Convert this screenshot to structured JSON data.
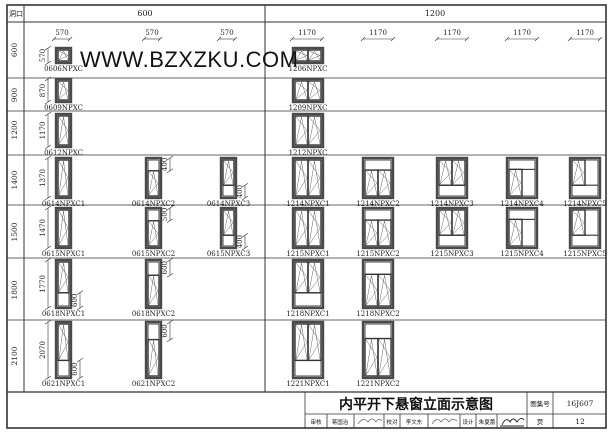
{
  "watermark": "WWW.BZXZKU.COM",
  "header": {
    "corner_label": "洞口",
    "group_600": "600",
    "group_1200": "1200"
  },
  "width_dims": [
    "570",
    "570",
    "570",
    "1170",
    "1170",
    "1170",
    "1170",
    "1170"
  ],
  "rows": [
    {
      "label": "600",
      "dim": "570",
      "w600": [
        {
          "code": "0606NPXC",
          "type": "single"
        }
      ],
      "w1200": [
        {
          "code": "1206NPXC",
          "type": "double"
        }
      ]
    },
    {
      "label": "900",
      "dim": "870",
      "w600": [
        {
          "code": "0609NPXC",
          "type": "single"
        }
      ],
      "w1200": [
        {
          "code": "1209NPXC",
          "type": "double"
        }
      ]
    },
    {
      "label": "1200",
      "dim": "1170",
      "w600": [
        {
          "code": "0612NPXC",
          "type": "single"
        }
      ],
      "w1200": [
        {
          "code": "1212NPXC",
          "type": "double"
        }
      ]
    },
    {
      "label": "1400",
      "dim": "1370",
      "w600": [
        {
          "code": "0614NPXC1",
          "type": "single"
        },
        {
          "code": "0614NPXC2",
          "type": "topfix",
          "sub": "400"
        },
        {
          "code": "0614NPXC3",
          "type": "botfix",
          "sub": "400"
        }
      ],
      "w1200": [
        {
          "code": "1214NPXC1",
          "type": "double"
        },
        {
          "code": "1214NPXC2",
          "type": "double-top"
        },
        {
          "code": "1214NPXC3",
          "type": "double-bot"
        },
        {
          "code": "1214NPXC4",
          "type": "c4"
        },
        {
          "code": "1214NPXC5",
          "type": "c5"
        }
      ]
    },
    {
      "label": "1500",
      "dim": "1470",
      "w600": [
        {
          "code": "0615NPXC1",
          "type": "single"
        },
        {
          "code": "0615NPXC2",
          "type": "topfix",
          "sub": "500"
        },
        {
          "code": "0615NPXC3",
          "type": "botfix",
          "sub": "400"
        }
      ],
      "w1200": [
        {
          "code": "1215NPXC1",
          "type": "double"
        },
        {
          "code": "1215NPXC2",
          "type": "double-top"
        },
        {
          "code": "1215NPXC3",
          "type": "double-bot"
        },
        {
          "code": "1215NPXC4",
          "type": "c4"
        },
        {
          "code": "1215NPXC5",
          "type": "c5"
        }
      ]
    },
    {
      "label": "1800",
      "dim": "1770",
      "w600": [
        {
          "code": "0618NPXC1",
          "type": "botfix",
          "sub": "600"
        },
        {
          "code": "0618NPXC2",
          "type": "topfix",
          "sub": "600"
        }
      ],
      "w1200": [
        {
          "code": "1218NPXC1",
          "type": "double-bot"
        },
        {
          "code": "1218NPXC2",
          "type": "double-top"
        }
      ]
    },
    {
      "label": "2100",
      "dim": "2070",
      "w600": [
        {
          "code": "0621NPXC1",
          "type": "botfix",
          "sub": "600"
        },
        {
          "code": "0621NPXC2",
          "type": "topfix",
          "sub": "600"
        }
      ],
      "w1200": [
        {
          "code": "1221NPXC1",
          "type": "double-bot"
        },
        {
          "code": "1221NPXC2",
          "type": "double-top"
        }
      ]
    }
  ],
  "title_block": {
    "title": "内平开下悬窗立面示意图",
    "atlas_label": "图集号",
    "atlas_no": "16J607",
    "page_label": "页",
    "page_no": "12",
    "review_label": "审核",
    "reviewer": "蒋国治",
    "check_label": "校对",
    "checker": "李文东",
    "design_label": "设计",
    "designer": "朱夏蕾"
  },
  "colors": {
    "line": "#333333",
    "frame": "#4a4a4a"
  }
}
